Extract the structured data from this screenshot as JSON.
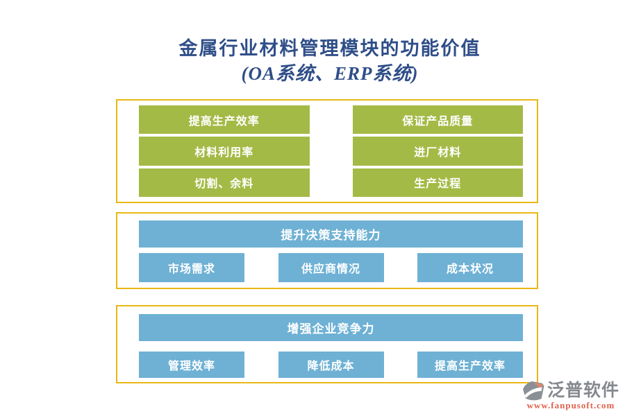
{
  "title": {
    "line1": "金属行业材料管理模块的功能价值",
    "line2": "(OA系统、ERP系统)"
  },
  "colors": {
    "title_text": "#2f4e88",
    "box_border": "#e9b713",
    "green_button": "#a4ba46",
    "blue_button": "#6eb1d4",
    "button_text": "#ffffff",
    "logo_gray": "#85898f",
    "logo_orange": "#e2604a"
  },
  "sections": {
    "quality": {
      "items": [
        "提高生产效率",
        "保证产品质量",
        "材料利用率",
        "进厂材料",
        "切割、余料",
        "生产过程"
      ]
    },
    "decision": {
      "header": "提升决策支持能力",
      "items": [
        "市场需求",
        "供应商情况",
        "成本状况"
      ]
    },
    "competition": {
      "header": "增强企业竞争力",
      "items": [
        "管理效率",
        "降低成本",
        "提高生产效率"
      ]
    }
  },
  "logo": {
    "brand": "泛普软件",
    "website": "www.fanpusoft.com",
    "icon": "fanpu-swoosh-icon"
  }
}
